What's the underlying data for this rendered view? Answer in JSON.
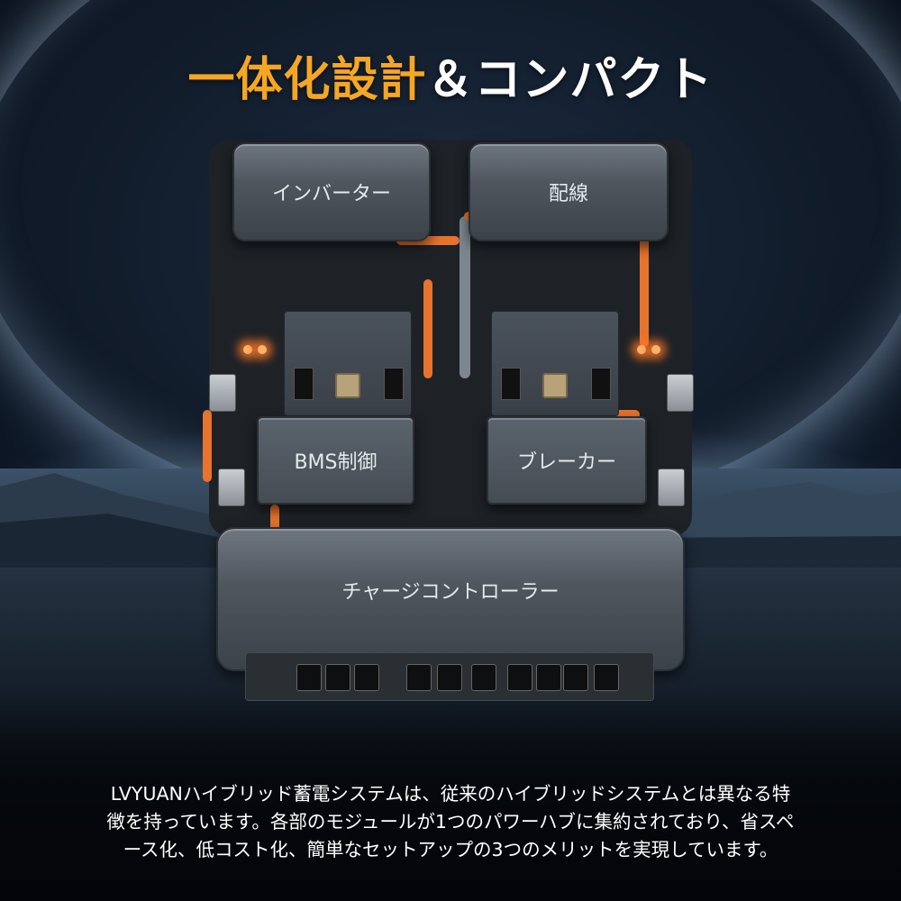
{
  "title": {
    "highlight": "一体化設計",
    "rest": "＆コンパクト",
    "highlight_color": "#f5a623"
  },
  "modules": {
    "inverter": "インバーター",
    "wiring": "配線",
    "bms": "BMS制御",
    "breaker": "ブレーカー",
    "charge_controller": "チャージコントローラー"
  },
  "description": {
    "line1": "LVYUANハイブリッド蓄電システムは、従来のハイブリッドシステムとは異なる特",
    "line2": "徴を持っています。各部のモジュールが1つのパワーハブに集約されており、省スペ",
    "line3": "ース化、低コスト化、簡単なセットアップの3つのメリットを実現しています。"
  },
  "colors": {
    "cable": "#e8732c",
    "module_gray": "#5b636c",
    "led": "#ffb36b"
  }
}
